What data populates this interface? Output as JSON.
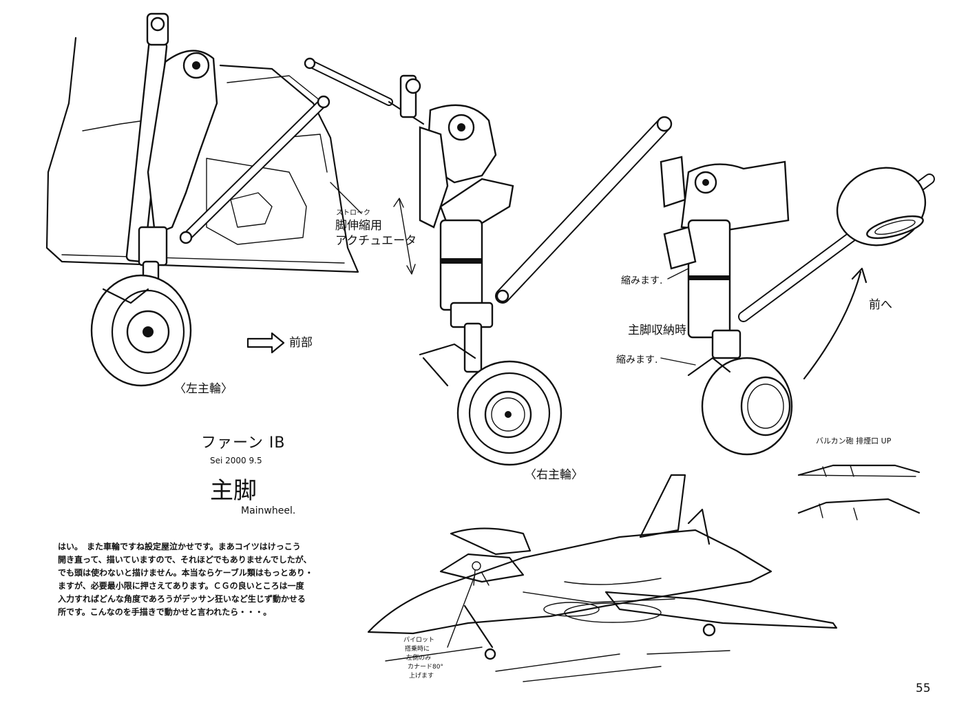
{
  "labels": {
    "stroke_small": "ストローク",
    "actuator_line1": "脚伸縮用",
    "actuator_line2": "アクチュエータ",
    "front_direction": "前部",
    "left_main_wheel": "〈左主輪〉",
    "right_main_wheel": "〈右主輪〉",
    "retracts_upper": "縮みます.",
    "retracts_lower": "縮みます.",
    "main_gear_stowed": "主脚収納時",
    "forward": "前へ",
    "vulcan_exhaust_up": "バルカン砲 排煙口 UP",
    "pilot_note_1": "パイロット",
    "pilot_note_2": "搭乗時に",
    "pilot_note_3": "左側のみ",
    "pilot_note_4": "カナード80°",
    "pilot_note_5": "上げます"
  },
  "title_block": {
    "name": "ファーン IB",
    "signature": "Sei 2000 9.5",
    "title_jp": "主脚",
    "title_en": "Mainwheel."
  },
  "comment_lines": [
    "はい。　また車輪ですね設定屋泣かせです。まあコイツはけっこう",
    "開き直って、描いていますので、それほどでもありませんでしたが、",
    "でも頭は使わないと描けません。本当ならケーブル類はもっとあり・",
    "ますが、必要最小限に押さえてあります。ＣＧの良いところは一度",
    "入力すればどんな角度であろうがデッサン狂いなど生じず動かせる",
    "所です。こんなのを手描きで動かせと言われたら・・・。"
  ],
  "page_number": "55",
  "icons": {
    "direction_arrow": "hollow-right-arrow-icon",
    "retract_arrow": "curved-arrow-icon"
  },
  "colors": {
    "ink": "#111111",
    "paper": "#ffffff"
  }
}
